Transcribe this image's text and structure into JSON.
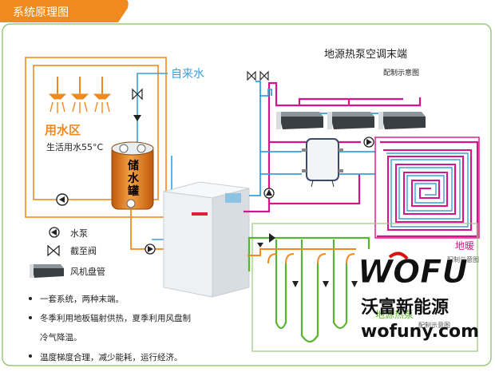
{
  "header": {
    "title": "系统原理图"
  },
  "labels": {
    "tap_water": "自来水",
    "water_area": "用水区",
    "domestic_water": "生活用水55°C",
    "storage_tank": [
      "储",
      "水",
      "罐"
    ],
    "terminal_title": "地源热泵空调末端",
    "terminal_subtitle": "配制示意图",
    "floor_heating": "地暖",
    "floor_heating_sub": "配制示意图",
    "ground_source": "地源热泵",
    "ground_source_sub": "配制示意图"
  },
  "legend": [
    {
      "label": "水泵",
      "icon": "pump-icon"
    },
    {
      "label": "截至阀",
      "icon": "valve-icon"
    },
    {
      "label": "风机盘管",
      "icon": "fan-coil-icon"
    }
  ],
  "notes": [
    "一套系统，两种末端。",
    "冬季利用地板辐射供热，夏季利用风盘制冷气降温。",
    "温度梯度合理，减少能耗，运行经济。"
  ],
  "watermark": {
    "brand": "WOFU",
    "company": "沃富新能源",
    "url": "wofuny.com"
  },
  "colors": {
    "orange": "#f08a1e",
    "blue": "#3aa0d8",
    "magenta": "#d6138a",
    "green": "#5ab52e",
    "frame": "#9ac97c"
  }
}
